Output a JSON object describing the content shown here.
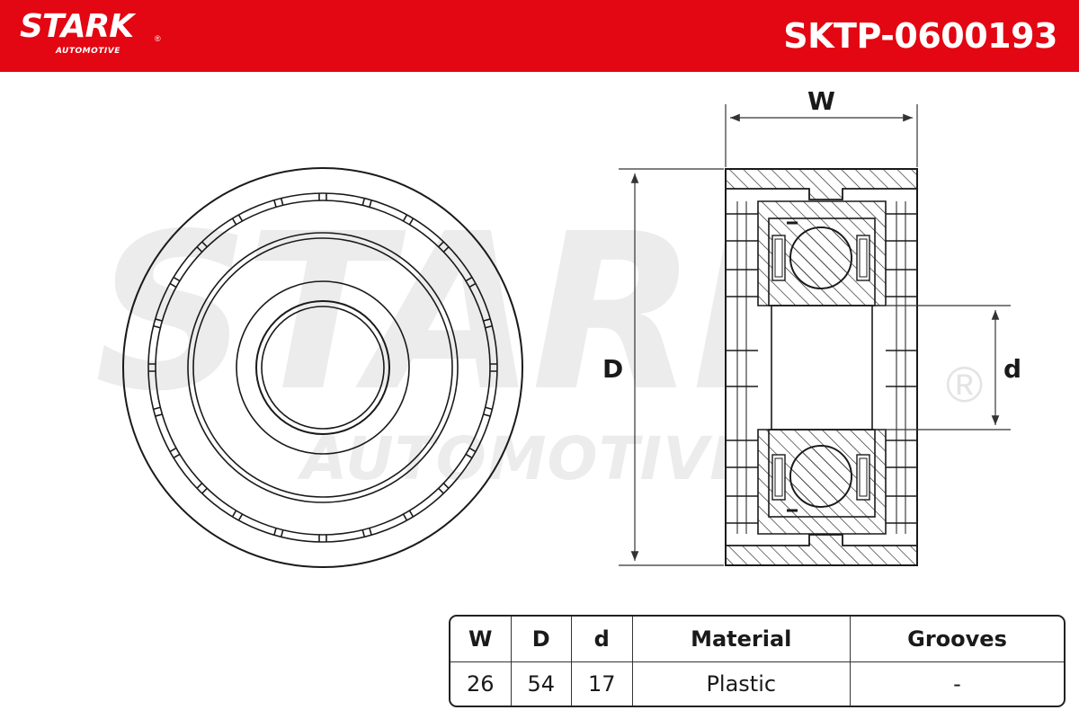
{
  "brand": {
    "name": "STARK",
    "tagline": "AUTOMOTIVE",
    "registered_mark": "®",
    "color": "#e30613"
  },
  "part_number": "SKTP-0600193",
  "watermark": {
    "main": "STARK",
    "sub": "AUTOMOTIVE",
    "registered_mark": "®"
  },
  "dimension_labels": {
    "width": "W",
    "outer_diameter": "D",
    "inner_diameter": "d"
  },
  "spec_table": {
    "headers": [
      "W",
      "D",
      "d",
      "Material",
      "Grooves"
    ],
    "values": [
      "26",
      "54",
      "17",
      "Plastic",
      "-"
    ]
  }
}
